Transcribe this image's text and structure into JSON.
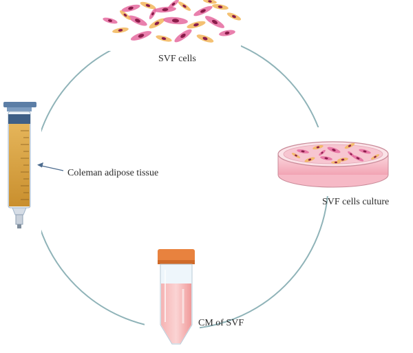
{
  "labels": {
    "svf_cells": "SVF cells",
    "coleman": "Coleman adipose tissue",
    "culture": "SVF cells culture",
    "cm": "CM of SVF"
  },
  "colors": {
    "ring": "#8fb3b8",
    "cell_pink": "#e56a9f",
    "cell_orange": "#f2b65a",
    "nucleus": "#8a1c4a",
    "syringe_fat": "#d9a441",
    "syringe_blue": "#5c7ea6",
    "tube_cap": "#e8823e",
    "tube_liquid": "#f4a8a8",
    "dish_pink": "#f6b9c6"
  }
}
